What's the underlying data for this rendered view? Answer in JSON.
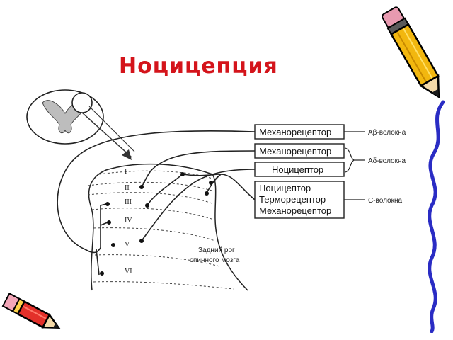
{
  "slide": {
    "title": "Ноцицепция"
  },
  "diagram": {
    "receptor_boxes": [
      {
        "lines": [
          "Механорецептор"
        ]
      },
      {
        "lines": [
          "Механорецептор"
        ]
      },
      {
        "lines": [
          "Ноцицептор"
        ]
      },
      {
        "lines": [
          "Ноцицептор",
          "Терморецептор",
          "Механорецептор"
        ]
      }
    ],
    "fibers": [
      {
        "label": "Aβ-волокна"
      },
      {
        "label": "Aδ-волокна"
      },
      {
        "label": "C-волокна"
      }
    ],
    "laminae": [
      "I",
      "II",
      "III",
      "IV",
      "V",
      "VI"
    ],
    "caption_lines": [
      "Задний рог",
      "спинного мозга"
    ]
  },
  "decor": {
    "pencil_top_color": "#f2b70f",
    "pencil_bottom_color": "#e3302a",
    "squiggle_color": "#2a2cc4",
    "title_color": "#d4141b"
  }
}
